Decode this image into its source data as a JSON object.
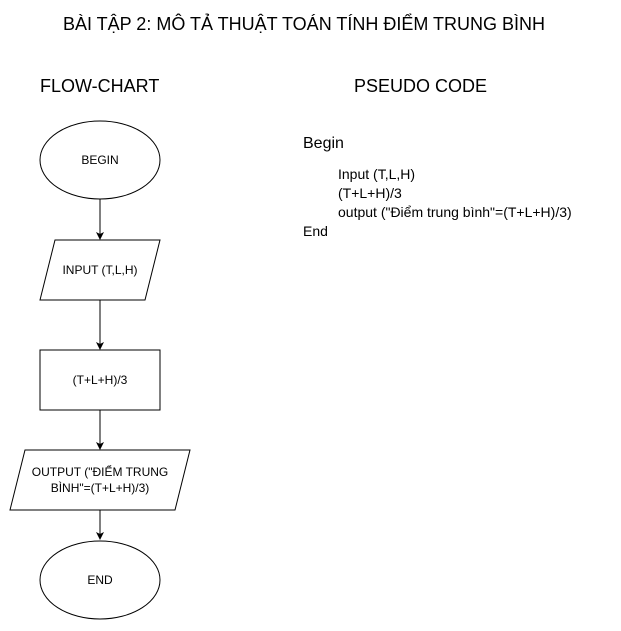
{
  "title": "BÀI TẬP 2: MÔ TẢ THUẬT TOÁN TÍNH ĐIỂM TRUNG BÌNH",
  "flowchart": {
    "heading": "FLOW-CHART",
    "begin": "BEGIN",
    "input": "INPUT (T,L,H)",
    "process": "(T+L+H)/3",
    "output_line1": "OUTPUT (\"ĐIỂM TRUNG",
    "output_line2": "BÌNH\"=(T+L+H)/3)",
    "end": "END"
  },
  "pseudocode": {
    "heading": "PSEUDO CODE",
    "begin": "Begin",
    "lines": [
      "Input (T,L,H)",
      "(T+L+H)/3",
      "output (\"Điểm trung bình\"=(T+L+H)/3)"
    ],
    "end": "End"
  }
}
